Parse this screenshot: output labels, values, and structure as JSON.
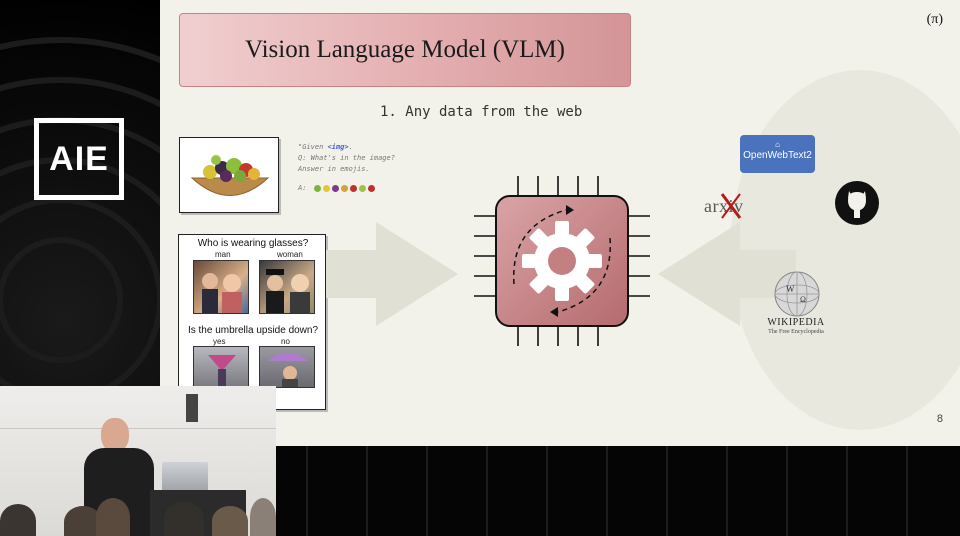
{
  "brand": {
    "logo_text": "AIE"
  },
  "slide": {
    "title": "Vision Language Model (VLM)",
    "corner_mark": "(π)",
    "subtitle": "1.  Any data from the web",
    "page_number": "8",
    "caption": {
      "line1_prefix": "\"Given ",
      "img_tag": "<img>",
      "line1_suffix": ".",
      "line2": "Q: What's in the image?",
      "line3": "Answer in emojis.",
      "answer_prefix": "A:",
      "emoji_colors": [
        "#7fb43c",
        "#e7c33a",
        "#7a3a8f",
        "#d4a23a",
        "#c0302c",
        "#9bc24a",
        "#c0302c"
      ]
    },
    "vqa": {
      "question1": "Who is wearing glasses?",
      "q1_option_a": "man",
      "q1_option_b": "woman",
      "question2": "Is the umbrella upside down?",
      "q2_option_a": "yes",
      "q2_option_b": "no"
    },
    "sources": {
      "openwebtext": "OpenWebText2",
      "arxiv": "arxiv",
      "wikipedia_name": "Wikipedia",
      "wikipedia_tagline": "The Free Encyclopedia"
    },
    "colors": {
      "title_gradient_start": "#f0cfd0",
      "title_gradient_end": "#d39597",
      "chip_fill": "#c47f82",
      "openwebtext_blue": "#4a72bd",
      "arxiv_red": "#b31b1b"
    }
  }
}
